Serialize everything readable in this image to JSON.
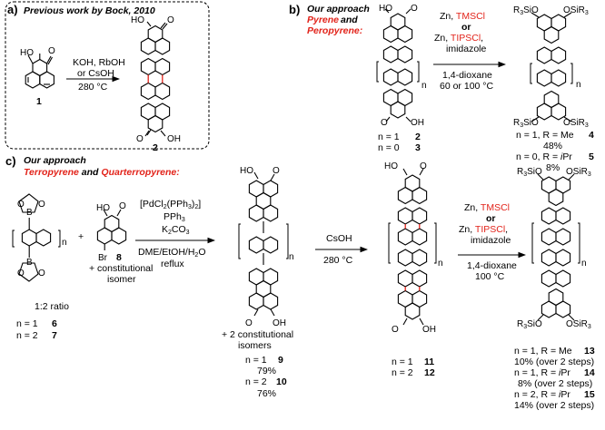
{
  "panel_a": {
    "label": "a)",
    "heading": "Previous work by Bock, 2010",
    "reagents": [
      "KOH, RbOH",
      "or CsOH"
    ],
    "conditions": "280 °C",
    "start_number": "1",
    "product_number": "2",
    "atoms": {
      "ho": "HO",
      "o": "O",
      "oh": "OH"
    }
  },
  "panel_b": {
    "label": "b)",
    "heading_1": "Our approach",
    "heading_2": "Pyrene",
    "heading_3": " and",
    "heading_4": "Peropyrene:",
    "reagent_zn1": "Zn, ",
    "reagent_tmscl": "TMSCl",
    "reagent_or": "or",
    "reagent_zn2": "Zn, ",
    "reagent_tipscl": "TIPSCl",
    "reagent_tail": ",",
    "imidazole": "imidazole",
    "solvent": "1,4-dioxane",
    "temperature": "60 or 100 °C",
    "sm_n1": "n = 1",
    "sm_n1_num": "2",
    "sm_n0": "n = 0",
    "sm_n0_num": "3",
    "prod_line1": "n = 1, R = Me",
    "prod_line1_num": "4",
    "prod_yield1": "48%",
    "prod_line2a": "n = 0, R = ",
    "prod_line2b": "i",
    "prod_line2c": "Pr",
    "prod_line2_num": "5",
    "prod_yield2": "8%",
    "r3sio": "R",
    "sub3": "3",
    "sio": "SiO",
    "osir": "OSiR",
    "n": "n",
    "ho": "HO",
    "o": "O",
    "oh": "OH"
  },
  "panel_c": {
    "label": "c)",
    "heading_1": "Our approach",
    "heading_2": "Terropyrene",
    "heading_3": " and ",
    "heading_4": "Quarterropyrene:",
    "boron": "B",
    "oxygen": "O",
    "plus": "+",
    "br": "Br",
    "bromide_num": "8",
    "constitutional": [
      "+ constitutional",
      "isomer"
    ],
    "ratio": "1:2 ratio",
    "n1_label": "n = 1",
    "n1_num": "6",
    "n2_label": "n = 2",
    "n2_num": "7",
    "suzuki": [
      "[PdCl",
      "2",
      "(PPh",
      "3",
      ")",
      "2",
      "]"
    ],
    "pph3": [
      "PPh",
      "3"
    ],
    "k2co3": [
      "K",
      "2",
      "CO",
      "3"
    ],
    "solvent": [
      "DME/EtOH/H",
      "2",
      "O"
    ],
    "reflux": "reflux",
    "interm_isomers": [
      "+ 2 constitutional",
      "isomers"
    ],
    "interm_n1": "n = 1",
    "interm_n1_num": "9",
    "interm_n1_yield": "79%",
    "interm_n2": "n = 2",
    "interm_n2_num": "10",
    "interm_n2_yield": "76%",
    "csoh": "CsOH",
    "csoh_temp": "280 °C",
    "cycl_n1": "n = 1",
    "cycl_n1_num": "11",
    "cycl_n2": "n = 2",
    "cycl_n2_num": "12",
    "silyl_zn1": "Zn, ",
    "silyl_tmscl": "TMSCl",
    "silyl_or": "or",
    "silyl_zn2": "Zn, ",
    "silyl_tipscl": "TIPSCl",
    "silyl_tail": ",",
    "silyl_imidazole": "imidazole",
    "silyl_solvent": "1,4-dioxane",
    "silyl_temp": "100 °C",
    "final_1": "n = 1, R = Me",
    "final_1_num": "13",
    "final_1_yield": "10% (over 2 steps)",
    "final_2a": "n = 1, R = ",
    "final_2_num": "14",
    "final_2_yield": "8% (over 2 steps)",
    "final_3a": "n = 2, R = ",
    "final_3_num": "15",
    "final_3_yield": "14% (over 2 steps)",
    "ipr_i": "i",
    "ipr_pr": "Pr",
    "n": "n"
  }
}
